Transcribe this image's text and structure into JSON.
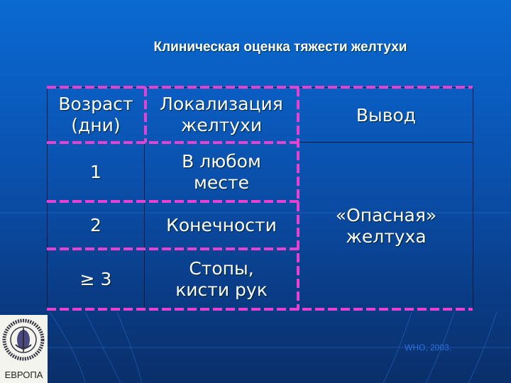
{
  "slide": {
    "title": "Клиническая оценка тяжести желтухи",
    "background_colors": {
      "top": "#0a6ad0",
      "bottom": "#0a2f6a"
    },
    "accent_color": "#e840d0"
  },
  "table": {
    "headers": {
      "age_line1": "Возраст",
      "age_line2": "(дни)",
      "location_line1": "Локализация",
      "location_line2": "желтухи",
      "conclusion": "Вывод"
    },
    "rows": [
      {
        "age": "1",
        "location_line1": "В любом",
        "location_line2": "месте"
      },
      {
        "age": "2",
        "location_line1": "Конечности",
        "location_line2": ""
      },
      {
        "age": "≥ 3",
        "location_line1": "Стопы,",
        "location_line2": "кисти рук"
      }
    ],
    "conclusion": {
      "line1": "«Опасная»",
      "line2": "желтуха"
    }
  },
  "footer": {
    "logo_label": "ЕВРОПА",
    "logo_icon": "who-emblem-icon",
    "reference": "WHO, 2003."
  }
}
